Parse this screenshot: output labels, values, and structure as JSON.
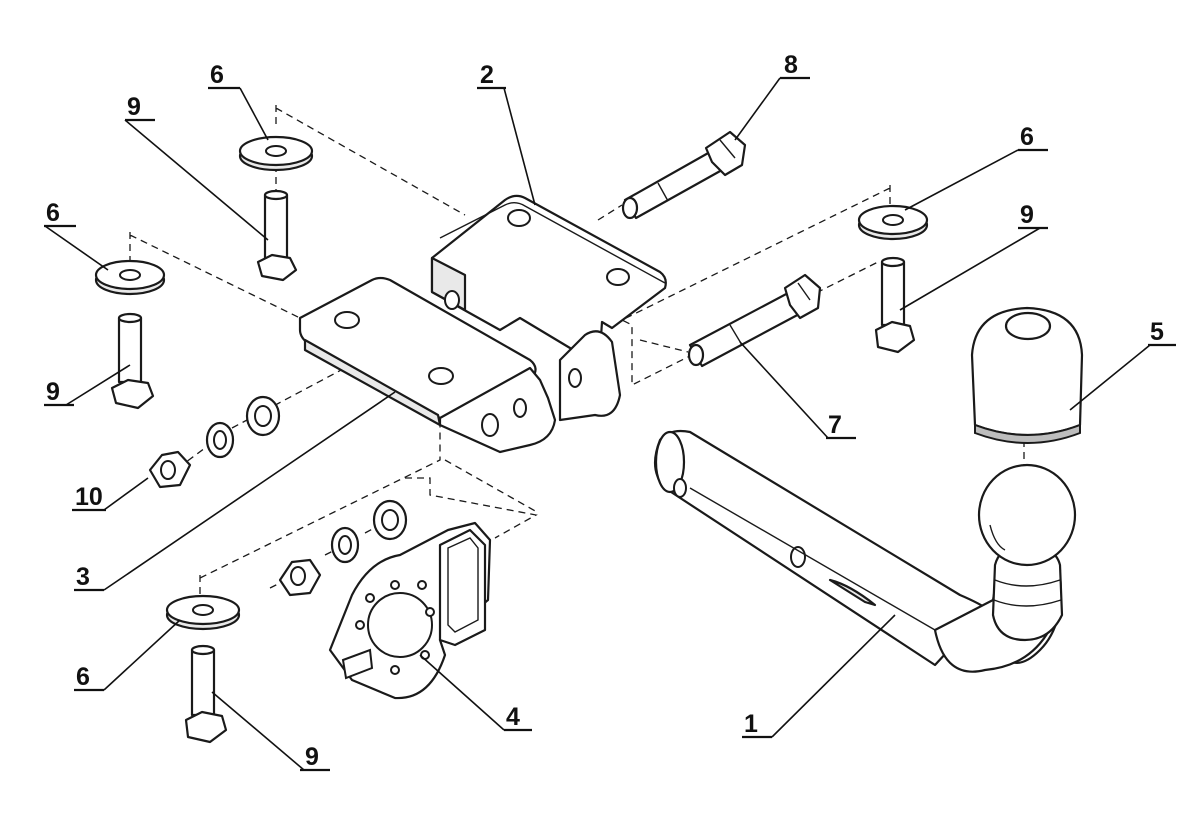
{
  "callouts": {
    "c1": "1",
    "c2": "2",
    "c3": "3",
    "c4": "4",
    "c5": "5",
    "c6a": "6",
    "c6b": "6",
    "c6c": "6",
    "c6d": "6",
    "c7": "7",
    "c8": "8",
    "c9a": "9",
    "c9b": "9",
    "c9c": "9",
    "c9d": "9",
    "c10": "10"
  }
}
